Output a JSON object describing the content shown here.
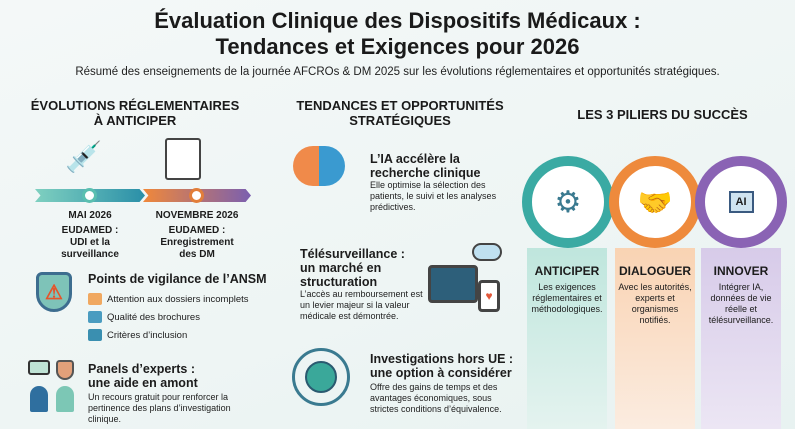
{
  "header": {
    "title_line1": "Évaluation Clinique des Dispositifs Médicaux :",
    "title_line2": "Tendances et Exigences  pour 2026",
    "subtitle": "Résumé des enseignements de la journée AFCROs & DM 2025 sur les évolutions réglementaires et opportunités stratégiques."
  },
  "left": {
    "heading_line1": "ÉVOLUTIONS RÉGLEMENTAIRES",
    "heading_line2": "À ANTICIPER",
    "timeline": [
      {
        "date": "MAI 2026",
        "line1": "EUDAMED :",
        "line2": "UDI et la",
        "line3": "surveillance"
      },
      {
        "date": "NOVEMBRE 2026",
        "line1": "EUDAMED :",
        "line2": "Enregistrement",
        "line3": "des DM"
      }
    ],
    "vigilance": {
      "title": "Points de vigilance de l’ANSM",
      "items": [
        "Attention aux dossiers incomplets",
        "Qualité des brochures",
        "Critères d’inclusion"
      ]
    },
    "panels": {
      "title_line1": "Panels d’experts :",
      "title_line2": "une aide en amont",
      "text": "Un recours gratuit pour renforcer la pertinence des plans d’investigation clinique."
    }
  },
  "middle": {
    "heading_line1": "TENDANCES ET OPPORTUNITÉS",
    "heading_line2": "STRATÉGIQUES",
    "items": [
      {
        "title_line1": "L’IA accélère la",
        "title_line2": "recherche clinique",
        "text": "Elle optimise la sélection des patients, le suivi et les analyses prédictives."
      },
      {
        "title_line1": "Télésurveillance :",
        "title_line2": "un marché en",
        "title_line3": "structuration",
        "text": "L’accès au remboursement est un levier majeur si la valeur médicale est démontrée."
      },
      {
        "title_line1": "Investigations hors UE :",
        "title_line2": "une option à considérer",
        "text": "Offre des gains de temps et des avantages économiques, sous strictes conditions d’équivalence."
      }
    ]
  },
  "right": {
    "heading": "LES 3 PILIERS DU SUCCÈS",
    "pillars": [
      {
        "title": "ANTICIPER",
        "text": "Les exigences réglementaires et méthodologiques.",
        "color": "#3aaaa3"
      },
      {
        "title": "DIALOGUER",
        "text": "Avec les autorités, experts et organismes notifiés.",
        "color": "#ee8a3c"
      },
      {
        "title": "INNOVER",
        "text": "Intégrer IA, données de vie réelle et télésurveillance.",
        "color": "#8a63b4"
      }
    ],
    "ai_chip_label": "AI"
  }
}
